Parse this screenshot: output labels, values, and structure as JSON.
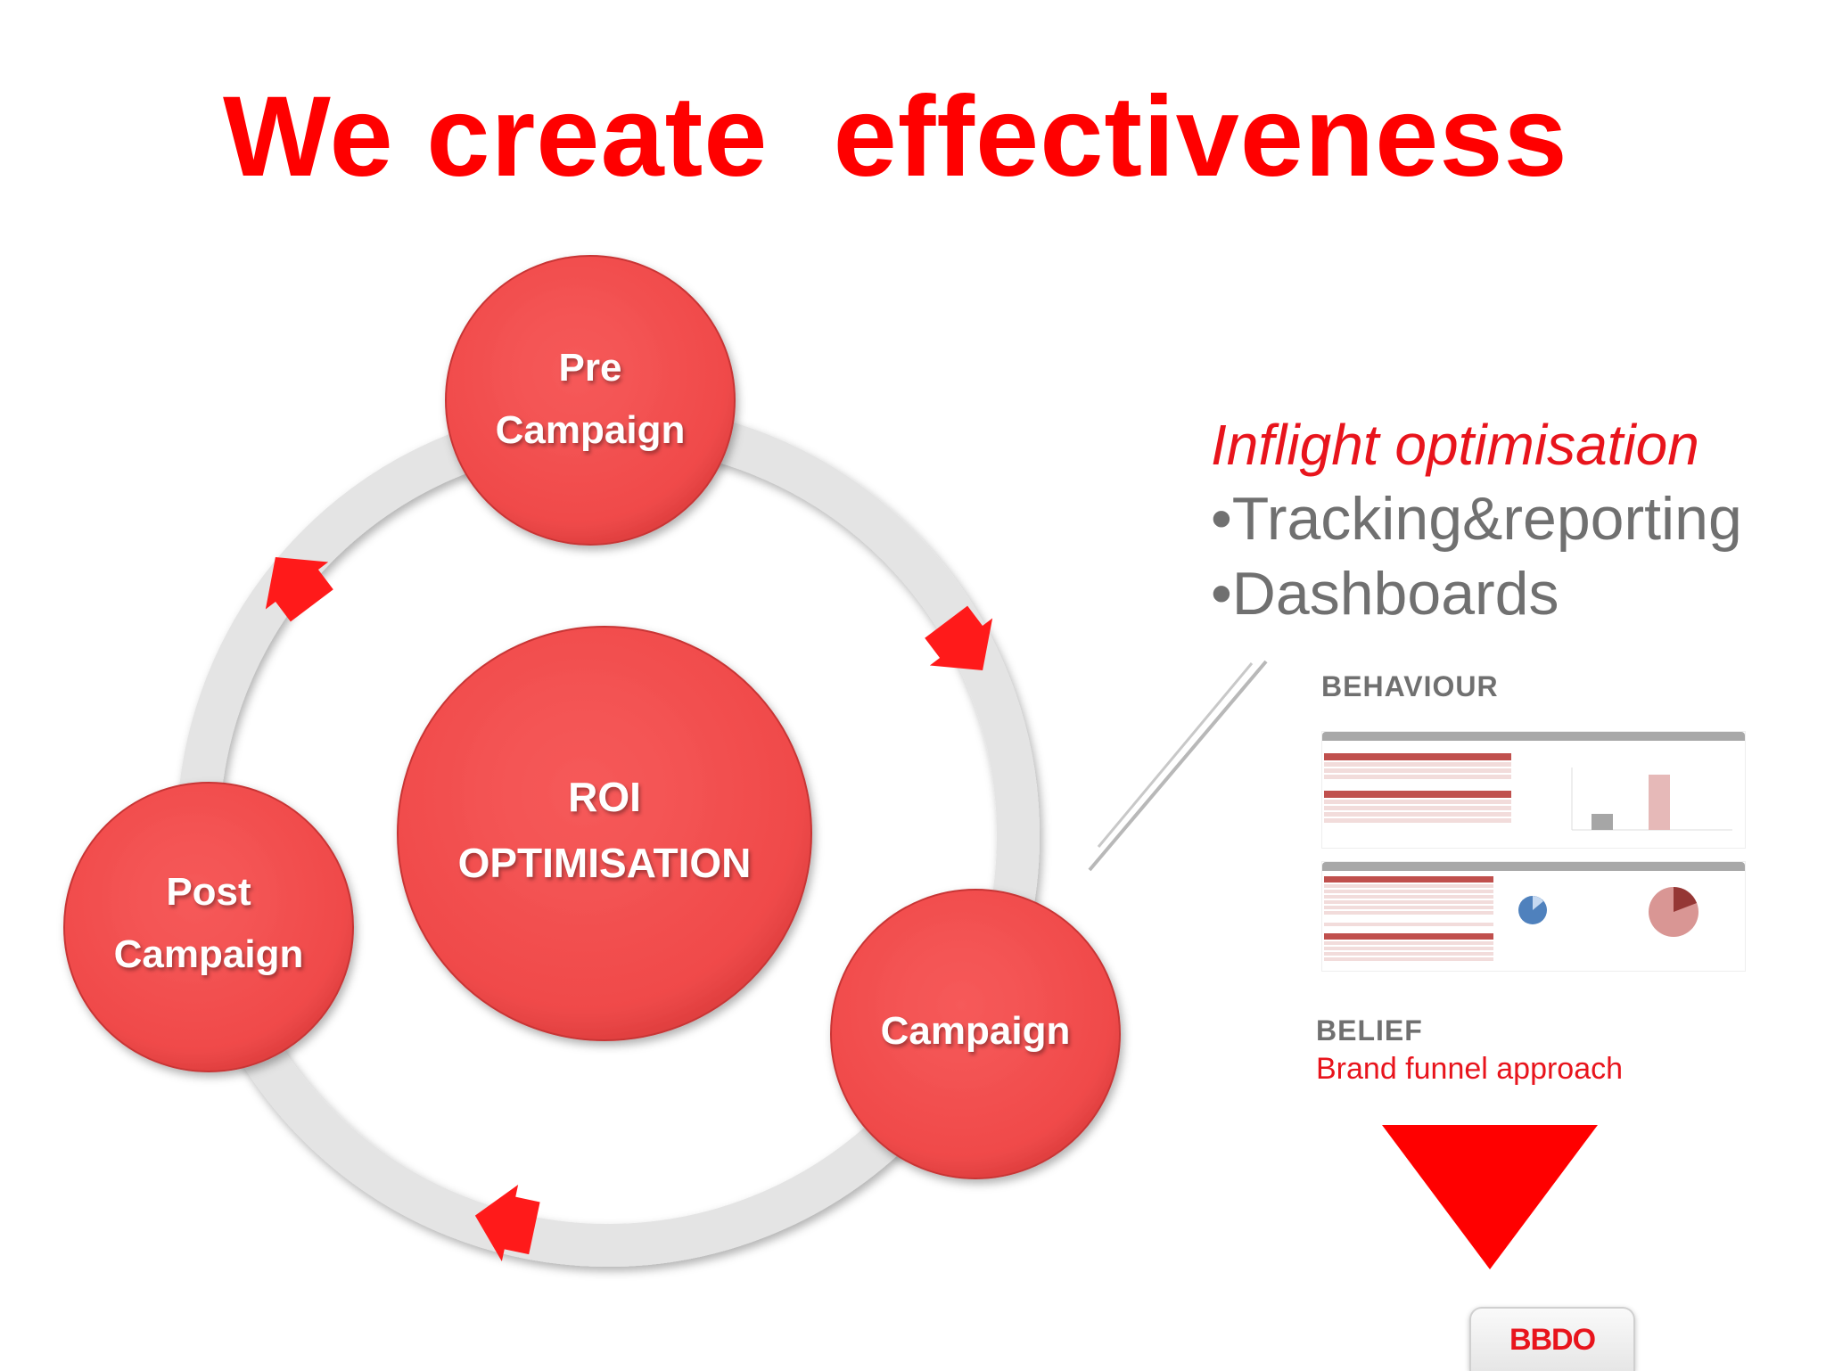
{
  "title": "We create  effectiveness",
  "cycle": {
    "pre": [
      "Pre",
      "Campaign"
    ],
    "campaign": [
      "Campaign"
    ],
    "post": [
      "Post",
      "Campaign"
    ],
    "center": [
      "ROI",
      "OPTIMISATION"
    ]
  },
  "inflight": {
    "heading": "Inflight optimisation",
    "items": [
      "•Tracking&reporting",
      "•Dashboards"
    ]
  },
  "behaviour": "BEHAVIOUR",
  "belief": {
    "heading": "BELIEF",
    "subtitle": "Brand funnel approach"
  },
  "logo": "BBDO",
  "colors": {
    "accent": "#ff0000",
    "circle": "#f25050",
    "ring": "#e3e3e3",
    "muted_text": "#707070"
  }
}
